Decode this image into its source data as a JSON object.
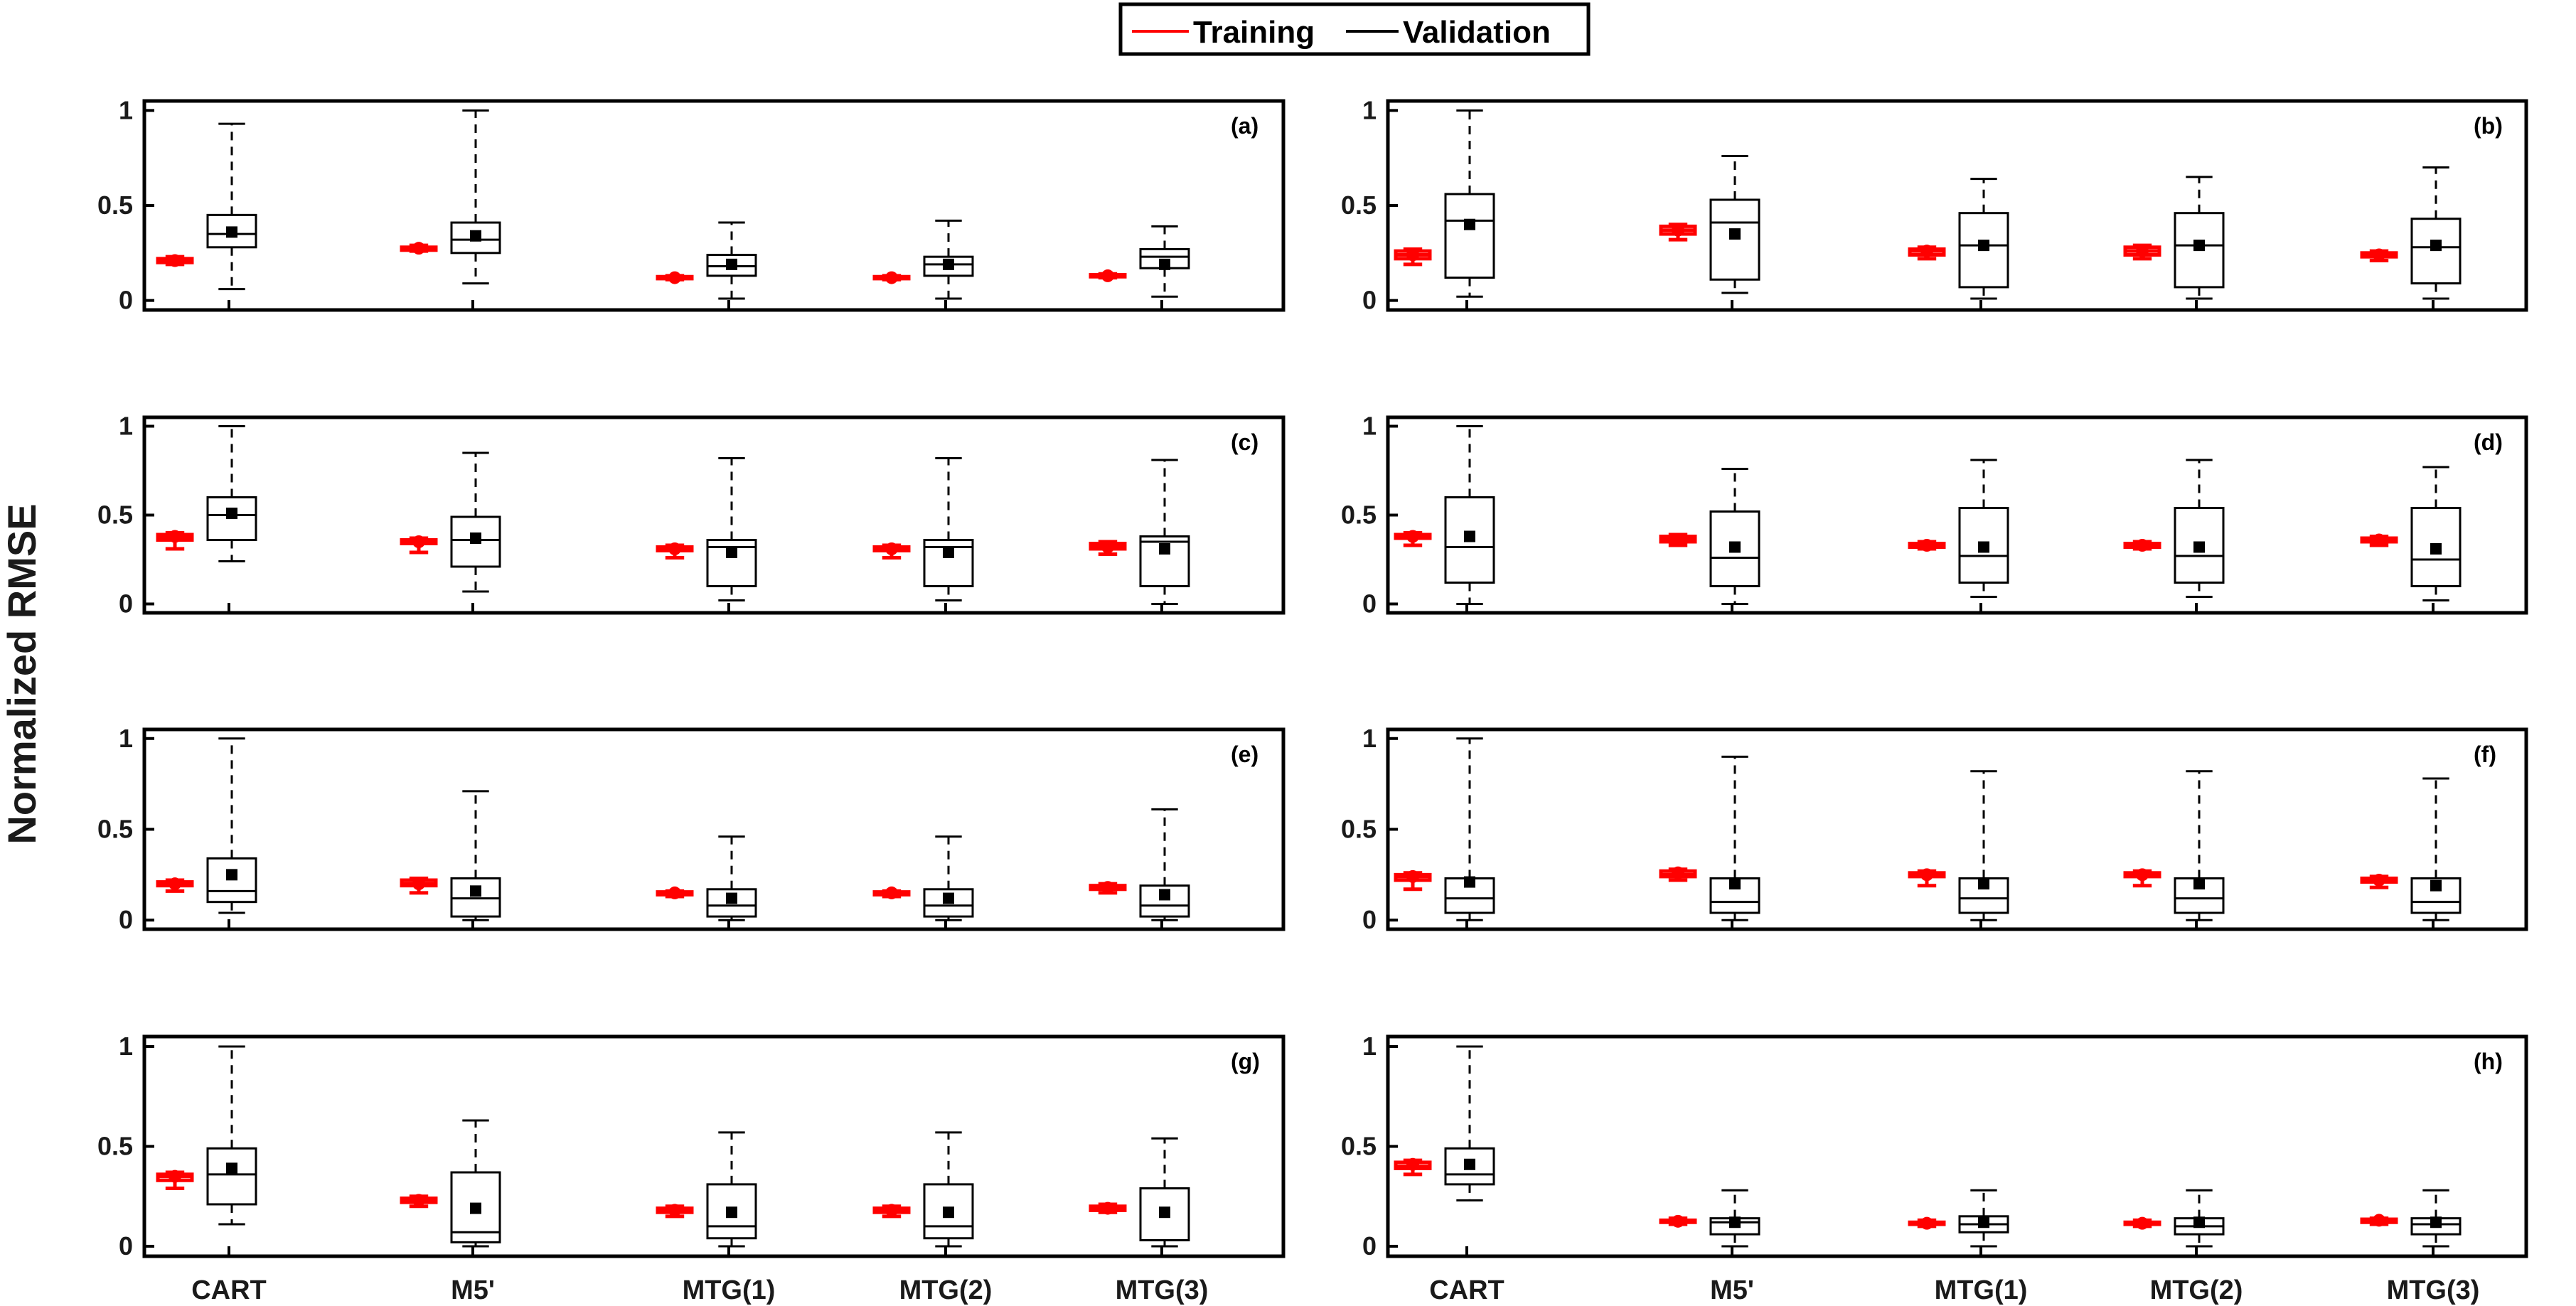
{
  "chart_data": {
    "type": "box",
    "ylabel": "Normalized RMSE",
    "ylim": [
      -0.05,
      1.05
    ],
    "yticks": [
      "0",
      "0.5",
      "1"
    ],
    "categories": [
      "CART",
      "M5'",
      "MTG(1)",
      "MTG(2)",
      "MTG(3)"
    ],
    "legend": {
      "placement": "top-center",
      "entries": [
        {
          "name": "Training",
          "color": "#ff0000"
        },
        {
          "name": "Validation",
          "color": "#000000"
        }
      ]
    },
    "panels": [
      {
        "label": "(a)",
        "training": [
          {
            "min": 0.19,
            "q1": 0.2,
            "median": 0.21,
            "q3": 0.22,
            "max": 0.23,
            "mean": 0.21
          },
          {
            "min": 0.26,
            "q1": 0.265,
            "median": 0.275,
            "q3": 0.28,
            "max": 0.29,
            "mean": 0.275
          },
          {
            "min": 0.11,
            "q1": 0.115,
            "median": 0.12,
            "q3": 0.125,
            "max": 0.13,
            "mean": 0.12
          },
          {
            "min": 0.11,
            "q1": 0.115,
            "median": 0.12,
            "q3": 0.125,
            "max": 0.13,
            "mean": 0.12
          },
          {
            "min": 0.12,
            "q1": 0.125,
            "median": 0.13,
            "q3": 0.135,
            "max": 0.14,
            "mean": 0.13
          }
        ],
        "validation": [
          {
            "min": 0.06,
            "q1": 0.28,
            "median": 0.35,
            "q3": 0.45,
            "max": 0.93,
            "mean": 0.36
          },
          {
            "min": 0.09,
            "q1": 0.25,
            "median": 0.32,
            "q3": 0.41,
            "max": 1.0,
            "mean": 0.34
          },
          {
            "min": 0.01,
            "q1": 0.13,
            "median": 0.18,
            "q3": 0.24,
            "max": 0.41,
            "mean": 0.19
          },
          {
            "min": 0.01,
            "q1": 0.13,
            "median": 0.19,
            "q3": 0.23,
            "max": 0.42,
            "mean": 0.19
          },
          {
            "min": 0.02,
            "q1": 0.17,
            "median": 0.23,
            "q3": 0.27,
            "max": 0.39,
            "mean": 0.19
          }
        ]
      },
      {
        "label": "(b)",
        "training": [
          {
            "min": 0.19,
            "q1": 0.22,
            "median": 0.24,
            "q3": 0.26,
            "max": 0.27,
            "mean": 0.24
          },
          {
            "min": 0.32,
            "q1": 0.35,
            "median": 0.37,
            "q3": 0.39,
            "max": 0.4,
            "mean": 0.37
          },
          {
            "min": 0.22,
            "q1": 0.24,
            "median": 0.26,
            "q3": 0.27,
            "max": 0.28,
            "mean": 0.26
          },
          {
            "min": 0.22,
            "q1": 0.24,
            "median": 0.26,
            "q3": 0.28,
            "max": 0.29,
            "mean": 0.26
          },
          {
            "min": 0.21,
            "q1": 0.23,
            "median": 0.24,
            "q3": 0.25,
            "max": 0.26,
            "mean": 0.24
          }
        ],
        "validation": [
          {
            "min": 0.02,
            "q1": 0.12,
            "median": 0.42,
            "q3": 0.56,
            "max": 1.0,
            "mean": 0.4
          },
          {
            "min": 0.04,
            "q1": 0.11,
            "median": 0.41,
            "q3": 0.53,
            "max": 0.76,
            "mean": 0.35
          },
          {
            "min": 0.01,
            "q1": 0.07,
            "median": 0.29,
            "q3": 0.46,
            "max": 0.64,
            "mean": 0.29
          },
          {
            "min": 0.01,
            "q1": 0.07,
            "median": 0.29,
            "q3": 0.46,
            "max": 0.65,
            "mean": 0.29
          },
          {
            "min": 0.01,
            "q1": 0.09,
            "median": 0.28,
            "q3": 0.43,
            "max": 0.7,
            "mean": 0.29
          }
        ]
      },
      {
        "label": "(c)",
        "training": [
          {
            "min": 0.31,
            "q1": 0.36,
            "median": 0.38,
            "q3": 0.39,
            "max": 0.4,
            "mean": 0.38
          },
          {
            "min": 0.29,
            "q1": 0.34,
            "median": 0.35,
            "q3": 0.36,
            "max": 0.37,
            "mean": 0.35
          },
          {
            "min": 0.26,
            "q1": 0.3,
            "median": 0.31,
            "q3": 0.32,
            "max": 0.33,
            "mean": 0.31
          },
          {
            "min": 0.26,
            "q1": 0.3,
            "median": 0.31,
            "q3": 0.32,
            "max": 0.33,
            "mean": 0.31
          },
          {
            "min": 0.28,
            "q1": 0.31,
            "median": 0.32,
            "q3": 0.34,
            "max": 0.35,
            "mean": 0.32
          }
        ],
        "validation": [
          {
            "min": 0.24,
            "q1": 0.36,
            "median": 0.5,
            "q3": 0.6,
            "max": 1.0,
            "mean": 0.51
          },
          {
            "min": 0.07,
            "q1": 0.21,
            "median": 0.36,
            "q3": 0.49,
            "max": 0.85,
            "mean": 0.37
          },
          {
            "min": 0.02,
            "q1": 0.1,
            "median": 0.32,
            "q3": 0.36,
            "max": 0.82,
            "mean": 0.29
          },
          {
            "min": 0.02,
            "q1": 0.1,
            "median": 0.32,
            "q3": 0.36,
            "max": 0.82,
            "mean": 0.29
          },
          {
            "min": 0.0,
            "q1": 0.1,
            "median": 0.35,
            "q3": 0.38,
            "max": 0.81,
            "mean": 0.31
          }
        ]
      },
      {
        "label": "(d)",
        "training": [
          {
            "min": 0.33,
            "q1": 0.37,
            "median": 0.38,
            "q3": 0.39,
            "max": 0.4,
            "mean": 0.38
          },
          {
            "min": 0.33,
            "q1": 0.35,
            "median": 0.36,
            "q3": 0.38,
            "max": 0.39,
            "mean": 0.36
          },
          {
            "min": 0.31,
            "q1": 0.32,
            "median": 0.33,
            "q3": 0.34,
            "max": 0.35,
            "mean": 0.33
          },
          {
            "min": 0.31,
            "q1": 0.32,
            "median": 0.33,
            "q3": 0.34,
            "max": 0.35,
            "mean": 0.33
          },
          {
            "min": 0.33,
            "q1": 0.35,
            "median": 0.36,
            "q3": 0.37,
            "max": 0.38,
            "mean": 0.36
          }
        ],
        "validation": [
          {
            "min": 0.0,
            "q1": 0.12,
            "median": 0.32,
            "q3": 0.6,
            "max": 1.0,
            "mean": 0.38
          },
          {
            "min": 0.0,
            "q1": 0.1,
            "median": 0.26,
            "q3": 0.52,
            "max": 0.76,
            "mean": 0.32
          },
          {
            "min": 0.04,
            "q1": 0.12,
            "median": 0.27,
            "q3": 0.54,
            "max": 0.81,
            "mean": 0.32
          },
          {
            "min": 0.04,
            "q1": 0.12,
            "median": 0.27,
            "q3": 0.54,
            "max": 0.81,
            "mean": 0.32
          },
          {
            "min": 0.02,
            "q1": 0.1,
            "median": 0.25,
            "q3": 0.54,
            "max": 0.77,
            "mean": 0.31
          }
        ]
      },
      {
        "label": "(e)",
        "training": [
          {
            "min": 0.16,
            "q1": 0.19,
            "median": 0.2,
            "q3": 0.21,
            "max": 0.22,
            "mean": 0.2
          },
          {
            "min": 0.15,
            "q1": 0.19,
            "median": 0.2,
            "q3": 0.22,
            "max": 0.23,
            "mean": 0.2
          },
          {
            "min": 0.13,
            "q1": 0.14,
            "median": 0.15,
            "q3": 0.155,
            "max": 0.16,
            "mean": 0.15
          },
          {
            "min": 0.13,
            "q1": 0.14,
            "median": 0.15,
            "q3": 0.155,
            "max": 0.16,
            "mean": 0.15
          },
          {
            "min": 0.15,
            "q1": 0.17,
            "median": 0.18,
            "q3": 0.19,
            "max": 0.2,
            "mean": 0.18
          }
        ],
        "validation": [
          {
            "min": 0.04,
            "q1": 0.1,
            "median": 0.16,
            "q3": 0.34,
            "max": 1.0,
            "mean": 0.25
          },
          {
            "min": 0.0,
            "q1": 0.02,
            "median": 0.12,
            "q3": 0.23,
            "max": 0.71,
            "mean": 0.16
          },
          {
            "min": 0.0,
            "q1": 0.02,
            "median": 0.08,
            "q3": 0.17,
            "max": 0.46,
            "mean": 0.12
          },
          {
            "min": 0.0,
            "q1": 0.02,
            "median": 0.08,
            "q3": 0.17,
            "max": 0.46,
            "mean": 0.12
          },
          {
            "min": 0.0,
            "q1": 0.02,
            "median": 0.08,
            "q3": 0.19,
            "max": 0.61,
            "mean": 0.14
          }
        ]
      },
      {
        "label": "(f)",
        "training": [
          {
            "min": 0.17,
            "q1": 0.22,
            "median": 0.24,
            "q3": 0.25,
            "max": 0.26,
            "mean": 0.24
          },
          {
            "min": 0.22,
            "q1": 0.24,
            "median": 0.25,
            "q3": 0.27,
            "max": 0.28,
            "mean": 0.26
          },
          {
            "min": 0.19,
            "q1": 0.24,
            "median": 0.25,
            "q3": 0.26,
            "max": 0.27,
            "mean": 0.25
          },
          {
            "min": 0.19,
            "q1": 0.24,
            "median": 0.25,
            "q3": 0.26,
            "max": 0.27,
            "mean": 0.25
          },
          {
            "min": 0.18,
            "q1": 0.21,
            "median": 0.22,
            "q3": 0.23,
            "max": 0.24,
            "mean": 0.22
          }
        ],
        "validation": [
          {
            "min": 0.0,
            "q1": 0.04,
            "median": 0.12,
            "q3": 0.23,
            "max": 1.0,
            "mean": 0.21
          },
          {
            "min": 0.0,
            "q1": 0.04,
            "median": 0.1,
            "q3": 0.23,
            "max": 0.9,
            "mean": 0.2
          },
          {
            "min": 0.0,
            "q1": 0.04,
            "median": 0.12,
            "q3": 0.23,
            "max": 0.82,
            "mean": 0.2
          },
          {
            "min": 0.0,
            "q1": 0.04,
            "median": 0.12,
            "q3": 0.23,
            "max": 0.82,
            "mean": 0.2
          },
          {
            "min": 0.0,
            "q1": 0.04,
            "median": 0.1,
            "q3": 0.23,
            "max": 0.78,
            "mean": 0.19
          }
        ]
      },
      {
        "label": "(g)",
        "training": [
          {
            "min": 0.29,
            "q1": 0.33,
            "median": 0.35,
            "q3": 0.36,
            "max": 0.37,
            "mean": 0.35
          },
          {
            "min": 0.2,
            "q1": 0.22,
            "median": 0.23,
            "q3": 0.24,
            "max": 0.25,
            "mean": 0.23
          },
          {
            "min": 0.15,
            "q1": 0.17,
            "median": 0.18,
            "q3": 0.19,
            "max": 0.2,
            "mean": 0.18
          },
          {
            "min": 0.15,
            "q1": 0.17,
            "median": 0.18,
            "q3": 0.19,
            "max": 0.2,
            "mean": 0.18
          },
          {
            "min": 0.17,
            "q1": 0.18,
            "median": 0.19,
            "q3": 0.2,
            "max": 0.21,
            "mean": 0.19
          }
        ],
        "validation": [
          {
            "min": 0.11,
            "q1": 0.21,
            "median": 0.36,
            "q3": 0.49,
            "max": 1.0,
            "mean": 0.39
          },
          {
            "min": 0.0,
            "q1": 0.02,
            "median": 0.07,
            "q3": 0.37,
            "max": 0.63,
            "mean": 0.19
          },
          {
            "min": 0.0,
            "q1": 0.04,
            "median": 0.1,
            "q3": 0.31,
            "max": 0.57,
            "mean": 0.17
          },
          {
            "min": 0.0,
            "q1": 0.04,
            "median": 0.1,
            "q3": 0.31,
            "max": 0.57,
            "mean": 0.17
          },
          {
            "min": 0.0,
            "q1": 0.03,
            "median": 0.03,
            "q3": 0.29,
            "max": 0.54,
            "mean": 0.17
          }
        ]
      },
      {
        "label": "(h)",
        "training": [
          {
            "min": 0.36,
            "q1": 0.39,
            "median": 0.4,
            "q3": 0.42,
            "max": 0.43,
            "mean": 0.41
          },
          {
            "min": 0.11,
            "q1": 0.12,
            "median": 0.125,
            "q3": 0.13,
            "max": 0.14,
            "mean": 0.125
          },
          {
            "min": 0.1,
            "q1": 0.11,
            "median": 0.115,
            "q3": 0.12,
            "max": 0.13,
            "mean": 0.115
          },
          {
            "min": 0.1,
            "q1": 0.11,
            "median": 0.115,
            "q3": 0.12,
            "max": 0.13,
            "mean": 0.115
          },
          {
            "min": 0.11,
            "q1": 0.12,
            "median": 0.13,
            "q3": 0.135,
            "max": 0.14,
            "mean": 0.13
          }
        ],
        "validation": [
          {
            "min": 0.23,
            "q1": 0.31,
            "median": 0.36,
            "q3": 0.49,
            "max": 1.0,
            "mean": 0.41
          },
          {
            "min": 0.0,
            "q1": 0.06,
            "median": 0.12,
            "q3": 0.14,
            "max": 0.28,
            "mean": 0.12
          },
          {
            "min": 0.0,
            "q1": 0.07,
            "median": 0.11,
            "q3": 0.15,
            "max": 0.28,
            "mean": 0.12
          },
          {
            "min": 0.0,
            "q1": 0.06,
            "median": 0.1,
            "q3": 0.14,
            "max": 0.28,
            "mean": 0.12
          },
          {
            "min": 0.0,
            "q1": 0.06,
            "median": 0.11,
            "q3": 0.14,
            "max": 0.28,
            "mean": 0.12
          }
        ]
      }
    ]
  }
}
